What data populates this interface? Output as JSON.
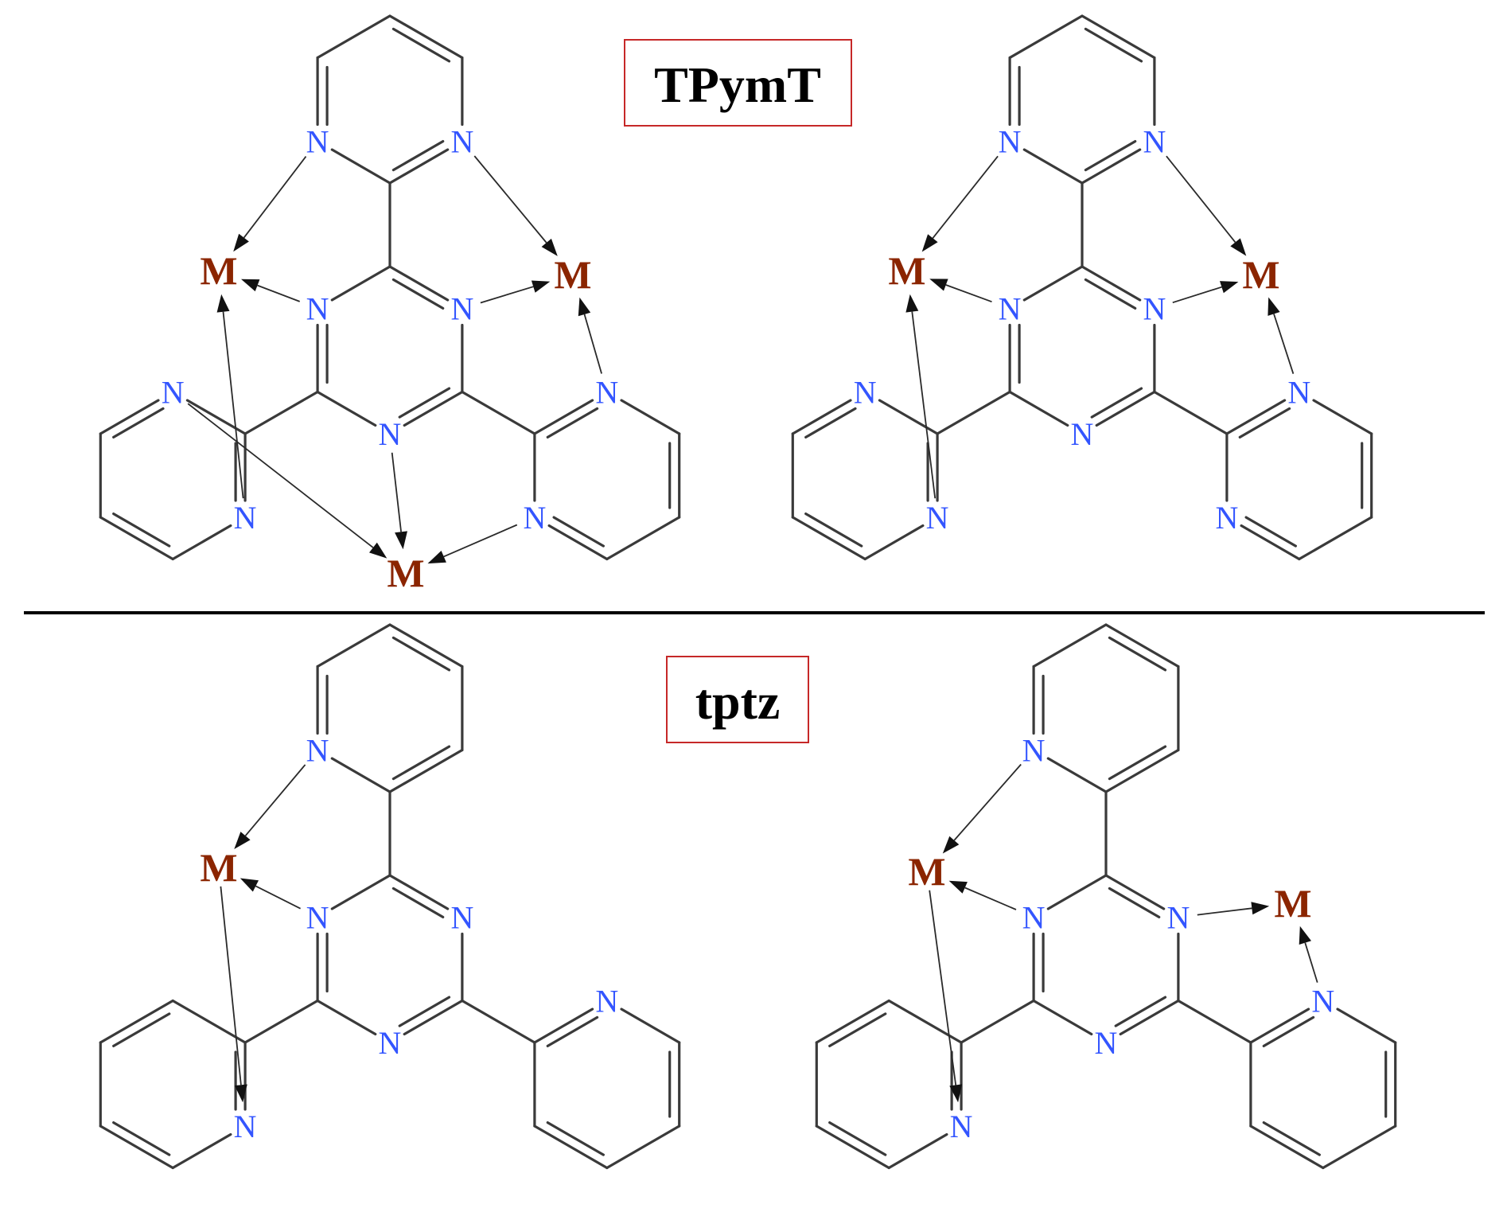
{
  "colors": {
    "nitrogen": "#3355ff",
    "metal": "#8b2500",
    "bond": "#3a3a3a",
    "box": "#c62828"
  },
  "atoms": {
    "nitrogen": "N",
    "metal": "M"
  },
  "panels": {
    "top": {
      "title": "TPymT"
    },
    "bottom": {
      "title": "tptz"
    }
  }
}
